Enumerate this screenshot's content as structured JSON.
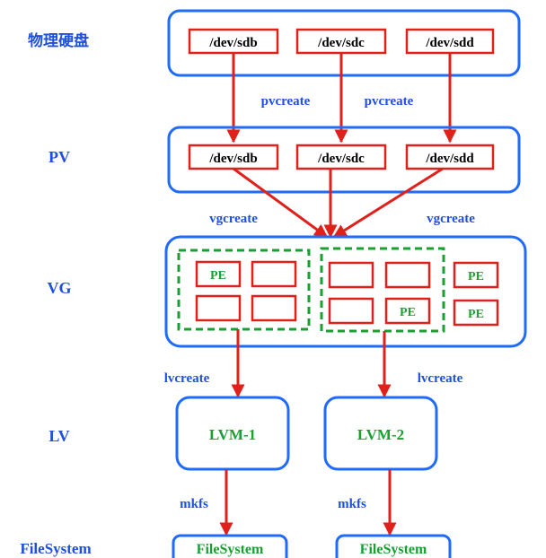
{
  "levels": {
    "physical": "物理硬盘",
    "pv": "PV",
    "vg": "VG",
    "lv": "LV",
    "fs": "FileSystem"
  },
  "devices": [
    "/dev/sdb",
    "/dev/sdc",
    "/dev/sdd"
  ],
  "pv_devices": [
    "/dev/sdb",
    "/dev/sdc",
    "/dev/sdd"
  ],
  "commands": {
    "pvcreate": "pvcreate",
    "vgcreate": "vgcreate",
    "lvcreate": "lvcreate",
    "mkfs": "mkfs"
  },
  "pe_label": "PE",
  "lvs": [
    "LVM-1",
    "LVM-2"
  ],
  "filesystems": [
    "FileSystem",
    "FileSystem"
  ],
  "colors": {
    "level_text": "#1f4fe0",
    "container_border": "#1f6bff",
    "device_border": "#e0201a",
    "arrow": "#e0201a",
    "command_text": "#1f4fe0",
    "pe_text": "#18a030",
    "dashed_group": "#18a030",
    "lv_text": "#18a030"
  }
}
